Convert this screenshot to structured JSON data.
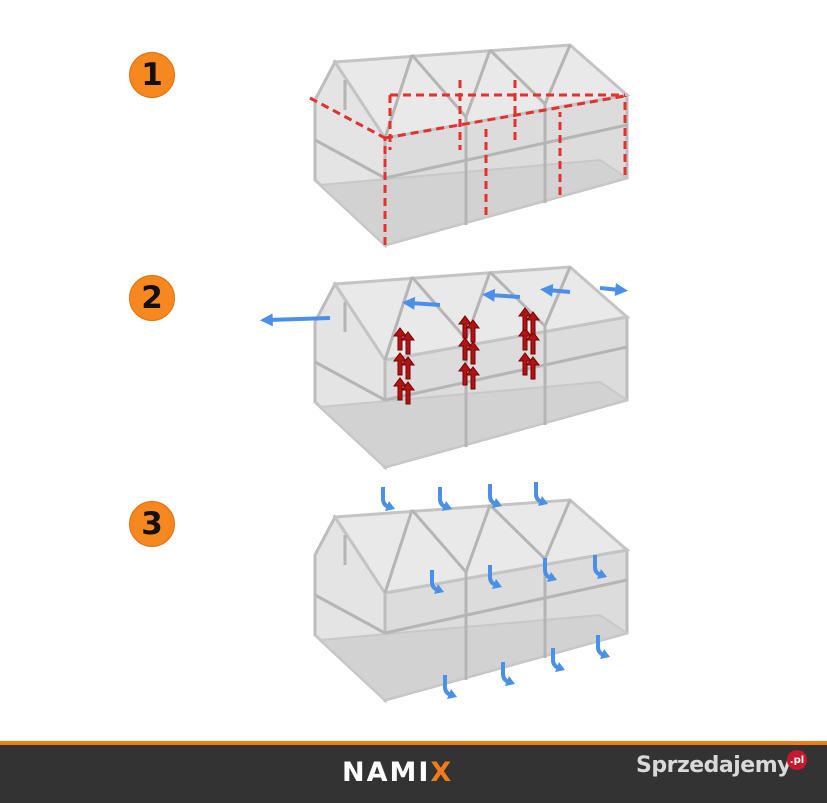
{
  "steps": [
    {
      "number": "1",
      "description_marks": "red-dashed-frame"
    },
    {
      "number": "2",
      "description_marks": "red-up-arrows-blue-out-arrows"
    },
    {
      "number": "3",
      "description_marks": "blue-down-arrows"
    }
  ],
  "colors": {
    "badge": "#f7871f",
    "frame_dash": "#e53030",
    "heat_arrow": "#b01414",
    "air_arrow": "#4a90e8",
    "footer": "#333333",
    "footer_accent": "#f07d1a"
  },
  "footer": {
    "brand_main": "NAMI",
    "brand_x": "X",
    "marketplace": "Sprzedajemy",
    "marketplace_tld": ".pl"
  }
}
